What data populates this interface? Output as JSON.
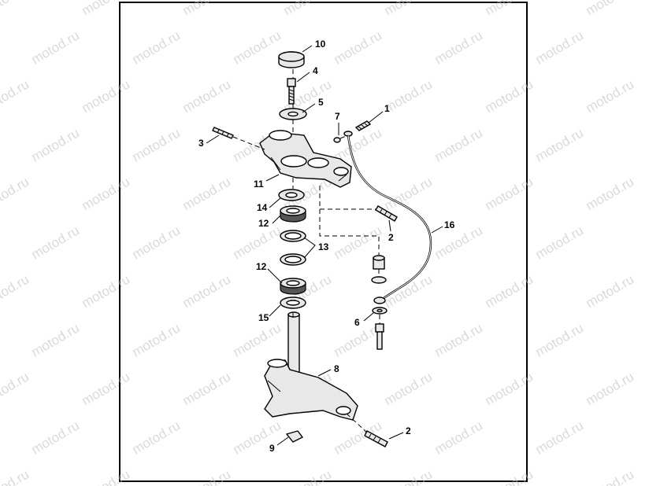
{
  "diagram": {
    "watermark_text": "motod.ru",
    "callouts": {
      "c10": "10",
      "c4": "4",
      "c5": "5",
      "c7": "7",
      "c1": "1",
      "c3": "3",
      "c11": "11",
      "c14": "14",
      "c12a": "12",
      "c13": "13",
      "c12b": "12",
      "c15": "15",
      "c2a": "2",
      "c16": "16",
      "c6": "6",
      "c8": "8",
      "c2b": "2",
      "c9": "9"
    }
  }
}
